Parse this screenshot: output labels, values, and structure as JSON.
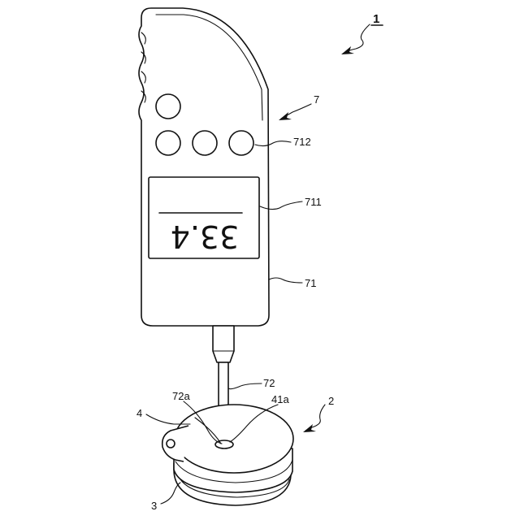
{
  "display": {
    "reading": "33.4"
  },
  "labels": {
    "ref_1": "1",
    "ref_7": "7",
    "ref_712": "712",
    "ref_711": "711",
    "ref_71": "71",
    "ref_72": "72",
    "ref_72a": "72a",
    "ref_41a": "41a",
    "ref_2": "2",
    "ref_4": "4",
    "ref_3": "3"
  },
  "colors": {
    "line": "#111111",
    "background": "#ffffff"
  }
}
